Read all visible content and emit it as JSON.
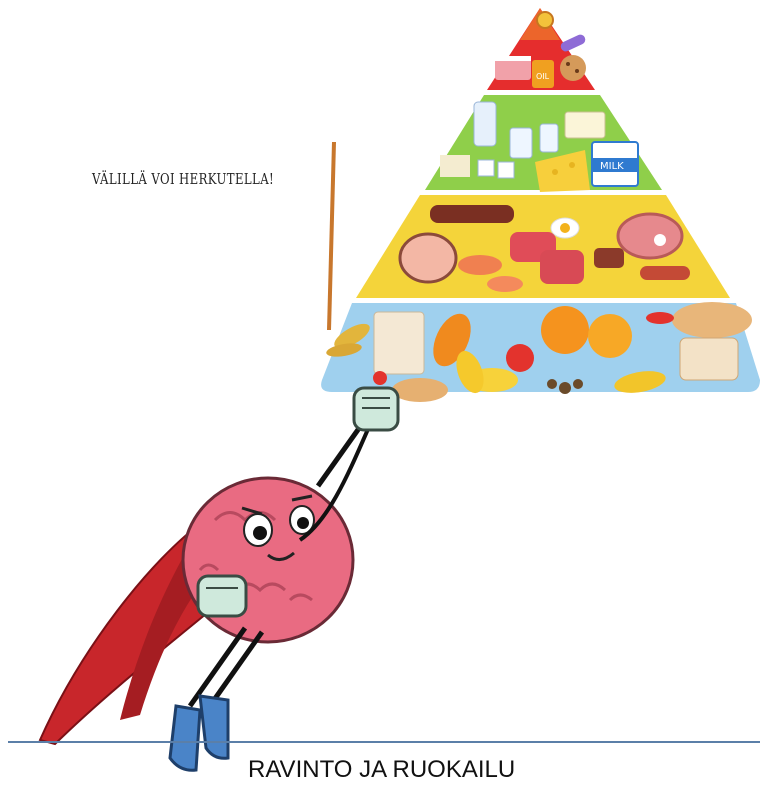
{
  "captions": {
    "top": "VÄLILLÄ VOI HERKUTELLA!",
    "bottom": "RAVINTO JA RUOKAILU"
  },
  "pyramid": {
    "oil_label": "OIL",
    "milk_label": "MILK",
    "tiers": [
      {
        "name": "sweets-tier",
        "color": "#e52d2d"
      },
      {
        "name": "dairy-tier",
        "color": "#8fcf4a"
      },
      {
        "name": "protein-tier",
        "color": "#f4d43a"
      },
      {
        "name": "plant-tier",
        "color": "#9fd0ee"
      }
    ]
  },
  "colors": {
    "brain": "#e96b82",
    "cape": "#c8262b",
    "glove": "#cfe9dc",
    "boot": "#4a84c8",
    "ground_line": "#5b7fa8",
    "pole": "#c8772d"
  }
}
